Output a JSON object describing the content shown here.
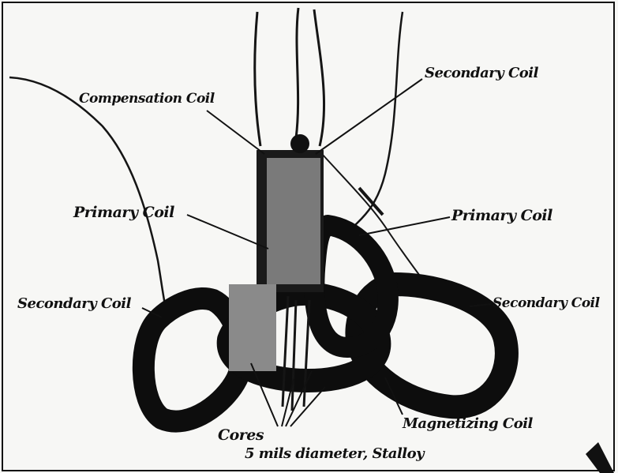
{
  "colors": {
    "background": "#f7f7f5",
    "ink": "#111111",
    "core_gray": "#7a7a7a",
    "wire": "#151515"
  },
  "labels": {
    "compensation_coil": "Compensation Coil",
    "secondary_coil_top": "Secondary Coil",
    "primary_coil_left": "Primary Coil",
    "primary_coil_right": "Primary Coil",
    "secondary_coil_left": "Secondary Coil",
    "secondary_coil_right": "Secondary Coil",
    "cores": "Cores",
    "cores_spec": "5 mils diameter, Stalloy",
    "magnetizing_coil": "Magnetizing Coil"
  }
}
